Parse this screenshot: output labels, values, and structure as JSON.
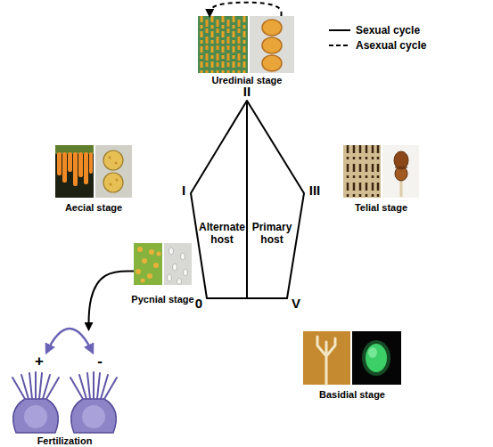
{
  "diagram": {
    "nodes": [
      {
        "text": [
          "Uredinial stage"
        ]
      },
      {
        "text": [
          "Aecial stage"
        ]
      },
      {
        "text": [
          "Telial stage"
        ]
      },
      {
        "text": [
          "Pycnial stage"
        ]
      },
      {
        "text": [
          "Basidial stage"
        ]
      },
      {
        "text": [
          "Fertilization"
        ]
      }
    ],
    "edges": [
      {
        "from": 0,
        "to": 0,
        "arrow": "to"
      },
      {
        "from": 3,
        "to": 5,
        "arrow": "to"
      }
    ],
    "labels": [
      "II",
      "I",
      "III",
      "0",
      "V",
      "Alternate host",
      "Primary host",
      "+",
      "-"
    ],
    "legend": [
      {
        "text": "Sexual cycle"
      },
      {
        "text": "Asexual cycle"
      }
    ]
  }
}
